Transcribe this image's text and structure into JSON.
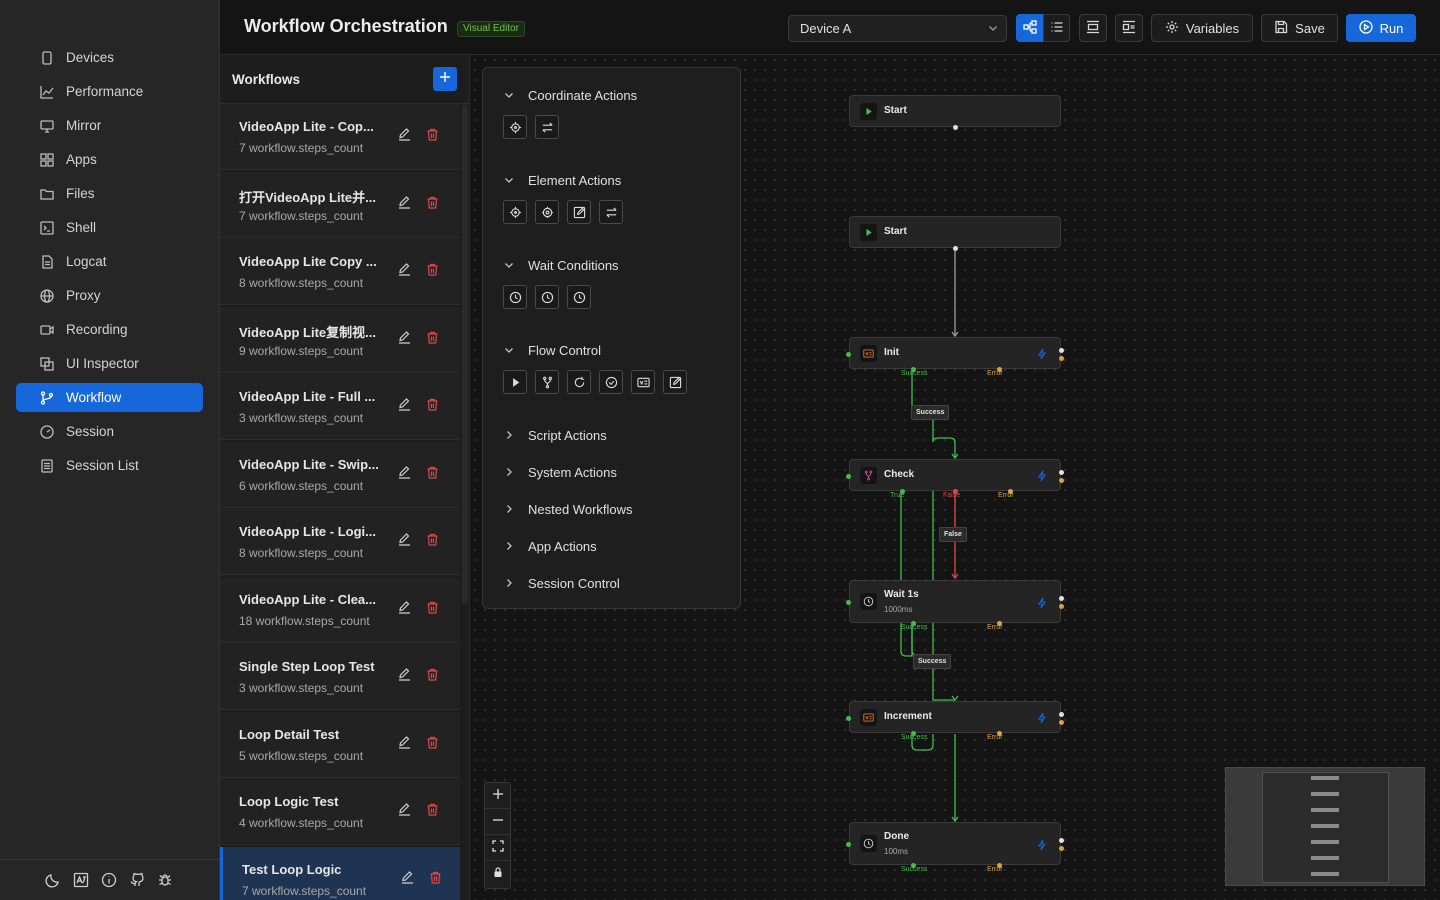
{
  "nav": {
    "items": [
      {
        "label": "Devices",
        "icon": "device-icon"
      },
      {
        "label": "Performance",
        "icon": "chart-line-icon"
      },
      {
        "label": "Mirror",
        "icon": "monitor-icon"
      },
      {
        "label": "Apps",
        "icon": "grid-icon"
      },
      {
        "label": "Files",
        "icon": "folder-icon"
      },
      {
        "label": "Shell",
        "icon": "terminal-icon"
      },
      {
        "label": "Logcat",
        "icon": "document-icon"
      },
      {
        "label": "Proxy",
        "icon": "globe-icon"
      },
      {
        "label": "Recording",
        "icon": "video-icon"
      },
      {
        "label": "UI Inspector",
        "icon": "inspector-icon"
      },
      {
        "label": "Workflow",
        "icon": "branch-icon",
        "active": true
      },
      {
        "label": "Session",
        "icon": "gauge-icon"
      },
      {
        "label": "Session List",
        "icon": "list-icon"
      }
    ],
    "footer_icons": [
      "moon-icon",
      "translate-icon",
      "info-icon",
      "github-icon",
      "bug-icon"
    ]
  },
  "header": {
    "title": "Workflow Orchestration",
    "badge": "Visual Editor",
    "device": "Device A",
    "variables_label": "Variables",
    "save_label": "Save",
    "run_label": "Run"
  },
  "workflows": {
    "title": "Workflows",
    "items": [
      {
        "name": "VideoApp Lite - Cop...",
        "count": "7 workflow.steps_count"
      },
      {
        "name": "打开VideoApp Lite并...",
        "count": "7 workflow.steps_count"
      },
      {
        "name": "VideoApp Lite Copy ...",
        "count": "8 workflow.steps_count"
      },
      {
        "name": "VideoApp Lite复制视...",
        "count": "9 workflow.steps_count"
      },
      {
        "name": "VideoApp Lite - Full ...",
        "count": "3 workflow.steps_count"
      },
      {
        "name": "VideoApp Lite - Swip...",
        "count": "6 workflow.steps_count"
      },
      {
        "name": "VideoApp Lite - Logi...",
        "count": "8 workflow.steps_count"
      },
      {
        "name": "VideoApp Lite - Clea...",
        "count": "18 workflow.steps_count"
      },
      {
        "name": "Single Step Loop Test",
        "count": "3 workflow.steps_count"
      },
      {
        "name": "Loop Detail Test",
        "count": "5 workflow.steps_count"
      },
      {
        "name": "Loop Logic Test",
        "count": "4 workflow.steps_count"
      },
      {
        "name": "Test Loop Logic",
        "count": "7 workflow.steps_count",
        "active": true
      }
    ]
  },
  "palette": {
    "sections": [
      {
        "label": "Coordinate Actions",
        "expanded": true,
        "tools": [
          "crosshair-icon",
          "swap-icon"
        ]
      },
      {
        "label": "Element Actions",
        "expanded": true,
        "tools": [
          "crosshair-icon",
          "target-icon",
          "edit-icon",
          "swap-icon"
        ]
      },
      {
        "label": "Wait Conditions",
        "expanded": true,
        "tools": [
          "clock-icon",
          "clock-icon",
          "clock-icon"
        ]
      },
      {
        "label": "Flow Control",
        "expanded": true,
        "tools": [
          "play-icon",
          "fork-icon",
          "loop-icon",
          "check-circle-icon",
          "variable-icon",
          "edit-icon"
        ]
      },
      {
        "label": "Script Actions",
        "expanded": false
      },
      {
        "label": "System Actions",
        "expanded": false
      },
      {
        "label": "Nested Workflows",
        "expanded": false
      },
      {
        "label": "App Actions",
        "expanded": false
      },
      {
        "label": "Session Control",
        "expanded": false
      }
    ]
  },
  "flow": {
    "nodes": [
      {
        "id": "start1",
        "title": "Start",
        "icon": "play-icon"
      },
      {
        "id": "start2",
        "title": "Start",
        "icon": "play-icon"
      },
      {
        "id": "init",
        "title": "Init",
        "icon": "variable-icon"
      },
      {
        "id": "check",
        "title": "Check",
        "icon": "fork-icon"
      },
      {
        "id": "wait",
        "title": "Wait 1s",
        "subtitle": "1000ms",
        "icon": "clock-icon"
      },
      {
        "id": "increment",
        "title": "Increment",
        "icon": "variable-icon"
      },
      {
        "id": "done",
        "title": "Done",
        "subtitle": "100ms",
        "icon": "clock-icon"
      }
    ],
    "port_labels": {
      "success": "Success",
      "error": "Error",
      "true": "True",
      "false": "False"
    },
    "edge_labels": {
      "init_to_check": "Success",
      "check_to_wait": "False",
      "wait_to_increment": "Success"
    },
    "colors": {
      "success": "#3fbf4a",
      "error": "#e0a040",
      "false": "#e04848",
      "accent": "#1667d9"
    }
  }
}
